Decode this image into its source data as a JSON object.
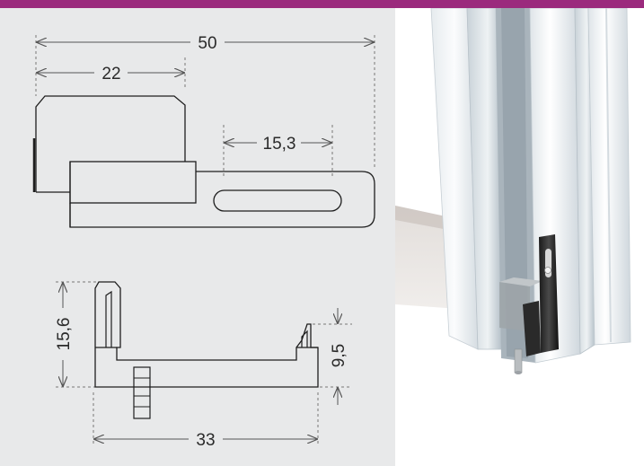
{
  "colors": {
    "accent_bar": "#9b2a7d",
    "panel_bg": "#e8e9ea",
    "line": "#1e1e1e",
    "dim_line": "#555555"
  },
  "dimensions": {
    "overall_length": "50",
    "block_width": "22",
    "slot_length": "15,3",
    "height": "15,6",
    "inner_height": "9,5",
    "base_length": "33"
  },
  "icons": {
    "top_view": "technical-drawing-top-view",
    "side_view": "technical-drawing-side-view",
    "photo": "window-frame-connector-render"
  }
}
